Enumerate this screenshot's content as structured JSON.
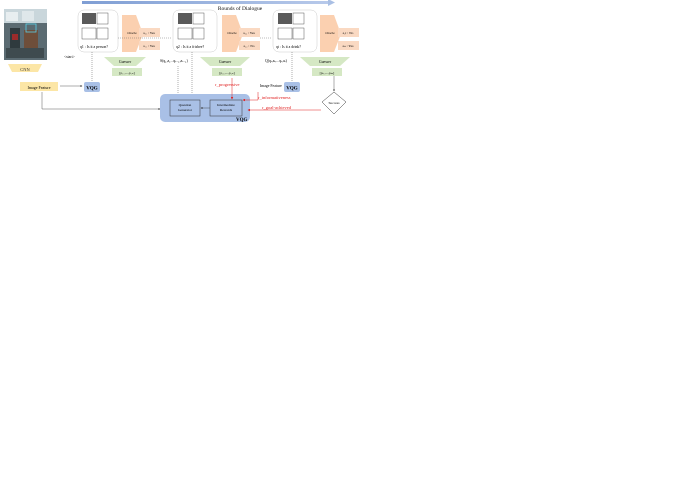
{
  "header": {
    "rounds_label": "Rounds of Dialogue"
  },
  "cnn_label": "CNN",
  "image_feature_left": "Image Feature",
  "image_feature_right": "Image Feature",
  "vqg_small": "VQG",
  "vqg_big": "VQG",
  "question_generator": [
    "Question",
    "Generator"
  ],
  "intermediate_rewards": [
    "Intermediate",
    "Rewards"
  ],
  "oracle_label": "Oracle",
  "guesser_label": "Guesser",
  "success_label": "Success",
  "rounds": [
    {
      "question": "q1 : Is it a person?",
      "answer_oracle": "a₀₁ : Yes",
      "answer_q": "a₁₁ : Yes",
      "prob": "[p₁₁,...,p₁ₙ]"
    },
    {
      "question": "q2 : Is it a frisbee?",
      "answer_oracle": "a₀₂ : Yes",
      "answer_q": "a₂₂ : No",
      "prob": "[p₂₁,...,p₂ₙ]"
    },
    {
      "question": "qt : Is it a drink?",
      "answer_oracle": "a₀t : No",
      "answer_q": "aₜₜ : Yes",
      "prob": "[pₜ₁,...,pₜₙ]"
    }
  ],
  "history_labels": {
    "h0": "<start>",
    "h1": "S(q₁,a₁...qₜ₋₁,aₜ₋₁)",
    "h2": "Q(qₜ,aₜ,...qₜ,aₜ)"
  },
  "reward_labels": {
    "goal": "r_goal-achieved",
    "progressive": "r_progressive",
    "informativeness": "r_informativeness"
  },
  "colors": {
    "arrow_blue": "#a9bfe4",
    "vqg_blue": "#a9c0e6",
    "guesser_green": "#d5e8c4",
    "oracle_peach": "#fbd0b0",
    "answer_peach": "#fad9c2",
    "feature_yellow": "#fce6a6",
    "reward_red": "#e02020"
  }
}
